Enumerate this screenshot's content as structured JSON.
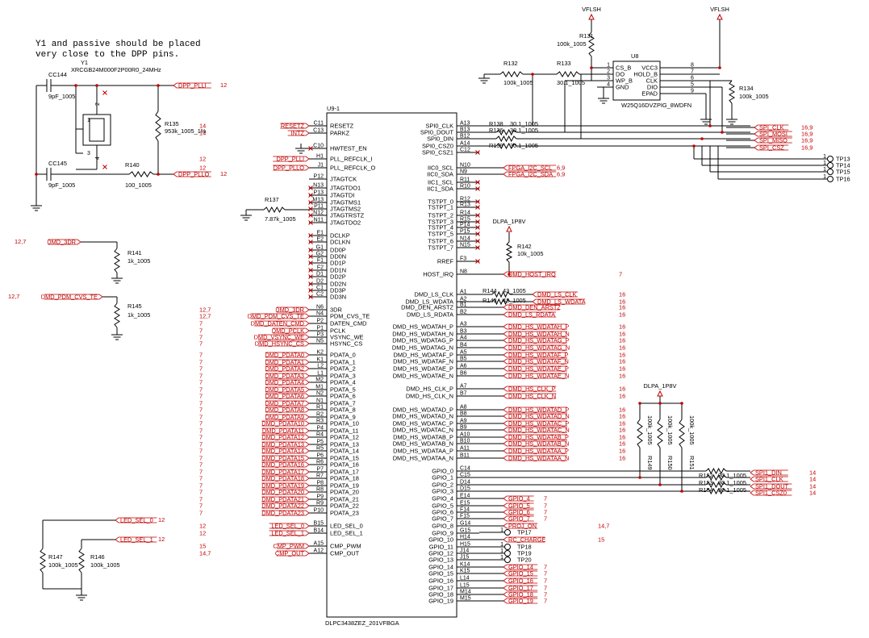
{
  "note": {
    "line1": "Y1 and passive should be placed",
    "line2": "very close to the DPP pins."
  },
  "power": {
    "vflsh": "VFLSH",
    "dlpa": "DLPA_1P8V"
  },
  "chip": {
    "ref": "U9-1",
    "part": "DLPC3438ZEZ_201VFBGA",
    "left_pins": [
      {
        "n": "C11",
        "l": "RESETZ"
      },
      {
        "n": "C13",
        "l": "PARKZ"
      },
      {
        "n": "C10",
        "l": "HWTEST_EN"
      },
      {
        "n": "H1",
        "l": "PLL_REFCLK_I"
      },
      {
        "n": "J1",
        "l": "PLL_REFCLK_O"
      },
      {
        "n": "P12",
        "l": "JTAGTCK"
      },
      {
        "n": "N13",
        "l": "JTAGTDO1"
      },
      {
        "n": "P13",
        "l": "JTAGTDI"
      },
      {
        "n": "M13",
        "l": "JTAGTMS1"
      },
      {
        "n": "P11",
        "l": "JTAGTMS2"
      },
      {
        "n": "N12",
        "l": "JTAGTRSTZ"
      },
      {
        "n": "N11",
        "l": "JTAGTDO2"
      },
      {
        "n": "E1",
        "l": "DCLKP"
      },
      {
        "n": "E2",
        "l": "DCLKN"
      },
      {
        "n": "G1",
        "l": "DD0P"
      },
      {
        "n": "G2",
        "l": "DD0N"
      },
      {
        "n": "F1",
        "l": "DD1P"
      },
      {
        "n": "F2",
        "l": "DD1N"
      },
      {
        "n": "D1",
        "l": "DD2P"
      },
      {
        "n": "D2",
        "l": "DD2N"
      },
      {
        "n": "C1",
        "l": "DD3P"
      },
      {
        "n": "C2",
        "l": "DD3N"
      },
      {
        "n": "N6",
        "l": "3DR"
      },
      {
        "n": "N4",
        "l": "PDM_CVS_TE"
      },
      {
        "n": "P2",
        "l": "DATEN_CMD"
      },
      {
        "n": "P1",
        "l": "PCLK"
      },
      {
        "n": "P3",
        "l": "VSYNC_WE"
      },
      {
        "n": "N5",
        "l": "HSYNC_CS"
      },
      {
        "n": "K2",
        "l": "PDATA_0"
      },
      {
        "n": "K1",
        "l": "PDATA_1"
      },
      {
        "n": "L2",
        "l": "PDATA_2"
      },
      {
        "n": "L1",
        "l": "PDATA_3"
      },
      {
        "n": "M2",
        "l": "PDATA_4"
      },
      {
        "n": "M1",
        "l": "PDATA_5"
      },
      {
        "n": "N2",
        "l": "PDATA_6"
      },
      {
        "n": "N1",
        "l": "PDATA_7"
      },
      {
        "n": "R1",
        "l": "PDATA_8"
      },
      {
        "n": "R2",
        "l": "PDATA_9"
      },
      {
        "n": "R3",
        "l": "PDATA_10"
      },
      {
        "n": "P4",
        "l": "PDATA_11"
      },
      {
        "n": "R4",
        "l": "PDATA_12"
      },
      {
        "n": "P5",
        "l": "PDATA_13"
      },
      {
        "n": "R5",
        "l": "PDATA_14"
      },
      {
        "n": "P6",
        "l": "PDATA_15"
      },
      {
        "n": "R6",
        "l": "PDATA_16"
      },
      {
        "n": "P7",
        "l": "PDATA_17"
      },
      {
        "n": "R7",
        "l": "PDATA_18"
      },
      {
        "n": "P8",
        "l": "PDATA_19"
      },
      {
        "n": "R8",
        "l": "PDATA_20"
      },
      {
        "n": "P9",
        "l": "PDATA_21"
      },
      {
        "n": "R9",
        "l": "PDATA_22"
      },
      {
        "n": "P10",
        "l": "PDATA_23"
      },
      {
        "n": "B15",
        "l": "LED_SEL_0"
      },
      {
        "n": "B14",
        "l": "LED_SEL_1"
      },
      {
        "n": "A15",
        "l": "CMP_PWM"
      },
      {
        "n": "A12",
        "l": "CMP_OUT"
      }
    ],
    "right_pins": [
      {
        "n": "A13",
        "l": "SPI0_CLK"
      },
      {
        "n": "B13",
        "l": "SPI0_DOUT"
      },
      {
        "n": "B12",
        "l": "SPI0_DIN"
      },
      {
        "n": "A14",
        "l": "SPI0_CSZ0"
      },
      {
        "n": "C12",
        "l": "SPI0_CSZ1"
      },
      {
        "n": "N10",
        "l": "IIC0_SCL"
      },
      {
        "n": "N9",
        "l": "IIC0_SDA"
      },
      {
        "n": "R11",
        "l": "IIC1_SCL"
      },
      {
        "n": "R10",
        "l": "IIC1_SDA"
      },
      {
        "n": "R12",
        "l": "TSTPT_0"
      },
      {
        "n": "R13",
        "l": "TSTPT_1"
      },
      {
        "n": "R14",
        "l": "TSTPT_2"
      },
      {
        "n": "R15",
        "l": "TSTPT_3"
      },
      {
        "n": "P14",
        "l": "TSTPT_4"
      },
      {
        "n": "P15",
        "l": "TSTPT_5"
      },
      {
        "n": "N14",
        "l": "TSTPT_6"
      },
      {
        "n": "N15",
        "l": "TSTPT_7"
      },
      {
        "n": "F3",
        "l": "RREF"
      },
      {
        "n": "N8",
        "l": "HOST_IRQ"
      },
      {
        "n": "A1",
        "l": "DMD_LS_CLK"
      },
      {
        "n": "A2",
        "l": "DMD_LS_WDATA"
      },
      {
        "n": "B1",
        "l": "DMD_DEN_ARSTZ"
      },
      {
        "n": "B2",
        "l": "DMD_LS_RDATA"
      },
      {
        "n": "A3",
        "l": "DMD_HS_WDATAH_P"
      },
      {
        "n": "B3",
        "l": "DMD_HS_WDATAH_N"
      },
      {
        "n": "A4",
        "l": "DMD_HS_WDATAG_P"
      },
      {
        "n": "B4",
        "l": "DMD_HS_WDATAG_N"
      },
      {
        "n": "A5",
        "l": "DMD_HS_WDATAF_P"
      },
      {
        "n": "B5",
        "l": "DMD_HS_WDATAF_N"
      },
      {
        "n": "A6",
        "l": "DMD_HS_WDATAE_P"
      },
      {
        "n": "B6",
        "l": "DMD_HS_WDATAE_N"
      },
      {
        "n": "A7",
        "l": "DMD_HS_CLK_P"
      },
      {
        "n": "B7",
        "l": "DMD_HS_CLK_N"
      },
      {
        "n": "A8",
        "l": "DMD_HS_WDATAD_P"
      },
      {
        "n": "B8",
        "l": "DMD_HS_WDATAD_N"
      },
      {
        "n": "A9",
        "l": "DMD_HS_WDATAC_P"
      },
      {
        "n": "B9",
        "l": "DMD_HS_WDATAC_N"
      },
      {
        "n": "A10",
        "l": "DMD_HS_WDATAB_P"
      },
      {
        "n": "B10",
        "l": "DMD_HS_WDATAB_N"
      },
      {
        "n": "A11",
        "l": "DMD_HS_WDATAA_P"
      },
      {
        "n": "B11",
        "l": "DMD_HS_WDATAA_N"
      },
      {
        "n": "C14",
        "l": "GPIO_0"
      },
      {
        "n": "C15",
        "l": "GPIO_1"
      },
      {
        "n": "D14",
        "l": "GPIO_2"
      },
      {
        "n": "D15",
        "l": "GPIO_3"
      },
      {
        "n": "E14",
        "l": "GPIO_4"
      },
      {
        "n": "E15",
        "l": "GPIO_5"
      },
      {
        "n": "F14",
        "l": "GPIO_6"
      },
      {
        "n": "F15",
        "l": "GPIO_7"
      },
      {
        "n": "G14",
        "l": "GPIO_8"
      },
      {
        "n": "G15",
        "l": "GPIO_9"
      },
      {
        "n": "H14",
        "l": "GPIO_10"
      },
      {
        "n": "H15",
        "l": "GPIO_11"
      },
      {
        "n": "J14",
        "l": "GPIO_12"
      },
      {
        "n": "J15",
        "l": "GPIO_13"
      },
      {
        "n": "K14",
        "l": "GPIO_14"
      },
      {
        "n": "K15",
        "l": "GPIO_15"
      },
      {
        "n": "L14",
        "l": "GPIO_16"
      },
      {
        "n": "L15",
        "l": "GPIO_17"
      },
      {
        "n": "M14",
        "l": "GPIO_18"
      },
      {
        "n": "M15",
        "l": "GPIO_19"
      }
    ]
  },
  "left_nets": [
    {
      "name": "RESETZ",
      "idx": "14",
      "pin": "C11"
    },
    {
      "name": "INTZ",
      "idx": "14",
      "pin": "C13"
    },
    {
      "name": "DPP_PLLI",
      "idx": "12",
      "pin": "H1"
    },
    {
      "name": "DPP_PLLO",
      "idx": "12",
      "pin": "J1"
    },
    {
      "name": "DMD_3DR",
      "idx": "12,7",
      "pin": "N6"
    },
    {
      "name": "DMD_PDM_CVS_TE",
      "idx": "12,7",
      "pin": "N4"
    },
    {
      "name": "DMD_DATEN_CMD",
      "idx": "7",
      "pin": "P2"
    },
    {
      "name": "DMD_PCLK",
      "idx": "7",
      "pin": "P1"
    },
    {
      "name": "DMD_VSYNC_WE",
      "idx": "7",
      "pin": "P3"
    },
    {
      "name": "DMD_HSYNC_CS",
      "idx": "7",
      "pin": "N5"
    },
    {
      "name": "DMD_PDATA0",
      "idx": "7",
      "pin": "K2"
    },
    {
      "name": "DMD_PDATA1",
      "idx": "7",
      "pin": "K1"
    },
    {
      "name": "DMD_PDATA2",
      "idx": "7",
      "pin": "L2"
    },
    {
      "name": "DMD_PDATA3",
      "idx": "7",
      "pin": "L1"
    },
    {
      "name": "DMD_PDATA4",
      "idx": "7",
      "pin": "M2"
    },
    {
      "name": "DMD_PDATA5",
      "idx": "7",
      "pin": "M1"
    },
    {
      "name": "DMD_PDATA6",
      "idx": "7",
      "pin": "N2"
    },
    {
      "name": "DMD_PDATA7",
      "idx": "7",
      "pin": "N1"
    },
    {
      "name": "DMD_PDATA8",
      "idx": "7",
      "pin": "R1"
    },
    {
      "name": "DMD_PDATA9",
      "idx": "7",
      "pin": "R2"
    },
    {
      "name": "DMD_PDATA10",
      "idx": "7",
      "pin": "R3"
    },
    {
      "name": "DMD_PDATA11",
      "idx": "7",
      "pin": "P4"
    },
    {
      "name": "DMD_PDATA12",
      "idx": "7",
      "pin": "R4"
    },
    {
      "name": "DMD_PDATA13",
      "idx": "7",
      "pin": "P5"
    },
    {
      "name": "DMD_PDATA14",
      "idx": "7",
      "pin": "R5"
    },
    {
      "name": "DMD_PDATA15",
      "idx": "7",
      "pin": "P6"
    },
    {
      "name": "DMD_PDATA16",
      "idx": "7",
      "pin": "R6"
    },
    {
      "name": "DMD_PDATA17",
      "idx": "7",
      "pin": "P7"
    },
    {
      "name": "DMD_PDATA18",
      "idx": "7",
      "pin": "R7"
    },
    {
      "name": "DMD_PDATA19",
      "idx": "7",
      "pin": "P8"
    },
    {
      "name": "DMD_PDATA20",
      "idx": "7",
      "pin": "R8"
    },
    {
      "name": "DMD_PDATA21",
      "idx": "7",
      "pin": "P9"
    },
    {
      "name": "DMD_PDATA22",
      "idx": "7",
      "pin": "R9"
    },
    {
      "name": "DMD_PDATA23",
      "idx": "7",
      "pin": "P10"
    },
    {
      "name": "LED_SEL_0",
      "idx": "12",
      "pin": "B15"
    },
    {
      "name": "LED_SEL_1",
      "idx": "12",
      "pin": "B14"
    },
    {
      "name": "CMP_PWM",
      "idx": "15",
      "pin": "A15"
    },
    {
      "name": "CMP_OUT",
      "idx": "14,7",
      "pin": "A12"
    }
  ],
  "right_nets": [
    {
      "name": "FPGA_I2C_SCL",
      "idx": "6,9",
      "pin": "N10"
    },
    {
      "name": "FPGA_I2C_SDA",
      "idx": "6,9",
      "pin": "N9"
    },
    {
      "name": "DMD_HOST_IRQ",
      "idx": "7",
      "pin": "N8"
    },
    {
      "name": "DMD_LS_CLK",
      "idx": "16",
      "pin": "A1"
    },
    {
      "name": "DMD_LS_WDATA",
      "idx": "16",
      "pin": "A2"
    },
    {
      "name": "DMD_DEN_ARSTZ",
      "idx": "16",
      "pin": "B1"
    },
    {
      "name": "DMD_LS_RDATA",
      "idx": "16",
      "pin": "B2"
    },
    {
      "name": "DMD_HS_WDATAH_P",
      "idx": "16",
      "pin": "A3"
    },
    {
      "name": "DMD_HS_WDATAH_N",
      "idx": "16",
      "pin": "B3"
    },
    {
      "name": "DMD_HS_WDATAG_P",
      "idx": "16",
      "pin": "A4"
    },
    {
      "name": "DMD_HS_WDATAG_N",
      "idx": "16",
      "pin": "B4"
    },
    {
      "name": "DMD_HS_WDATAF_P",
      "idx": "16",
      "pin": "A5"
    },
    {
      "name": "DMD_HS_WDATAF_N",
      "idx": "16",
      "pin": "B5"
    },
    {
      "name": "DMD_HS_WDATAE_P",
      "idx": "16",
      "pin": "A6"
    },
    {
      "name": "DMD_HS_WDATAE_N",
      "idx": "16",
      "pin": "B6"
    },
    {
      "name": "DMD_HS_CLK_P",
      "idx": "16",
      "pin": "A7"
    },
    {
      "name": "DMD_HS_CLK_N",
      "idx": "16",
      "pin": "B7"
    },
    {
      "name": "DMD_HS_WDATAD_P",
      "idx": "16",
      "pin": "A8"
    },
    {
      "name": "DMD_HS_WDATAD_N",
      "idx": "16",
      "pin": "B8"
    },
    {
      "name": "DMD_HS_WDATAC_P",
      "idx": "16",
      "pin": "A9"
    },
    {
      "name": "DMD_HS_WDATAC_N",
      "idx": "16",
      "pin": "B9"
    },
    {
      "name": "DMD_HS_WDATAB_P",
      "idx": "16",
      "pin": "A10"
    },
    {
      "name": "DMD_HS_WDATAB_N",
      "idx": "16",
      "pin": "B10"
    },
    {
      "name": "DMD_HS_WDATAA_P",
      "idx": "16",
      "pin": "A11"
    },
    {
      "name": "DMD_HS_WDATAA_N",
      "idx": "16",
      "pin": "B11"
    },
    {
      "name": "GPIO_4",
      "idx": "7",
      "pin": "E14"
    },
    {
      "name": "GPIO_5",
      "idx": "7",
      "pin": "E15"
    },
    {
      "name": "GPIO_6",
      "idx": "7",
      "pin": "F14"
    },
    {
      "name": "GPIO_7",
      "idx": "7",
      "pin": "F15"
    },
    {
      "name": "PROJ_ON",
      "idx": "14,7",
      "pin": "G14"
    },
    {
      "name": "RC_CHARGE",
      "idx": "15",
      "pin": "H14"
    },
    {
      "name": "GPIO_14",
      "idx": "7",
      "pin": "K14"
    },
    {
      "name": "GPIO_15",
      "idx": "7",
      "pin": "K15"
    },
    {
      "name": "GPIO_16",
      "idx": "7",
      "pin": "L14"
    },
    {
      "name": "GPIO_17",
      "idx": "7",
      "pin": "L15"
    },
    {
      "name": "GPIO_18",
      "idx": "7",
      "pin": "M14"
    },
    {
      "name": "GPIO_19",
      "idx": "7",
      "pin": "M15"
    }
  ],
  "spi_nets": [
    {
      "name": "SPI_CLK",
      "idx": "16,9"
    },
    {
      "name": "SPI_MOSI",
      "idx": "16,9"
    },
    {
      "name": "SPI_MISO",
      "idx": "16,9"
    },
    {
      "name": "SPI_CSZ",
      "idx": "16,9"
    }
  ],
  "spi1_nets": [
    {
      "name": "SPI1_DIN",
      "idx": "14"
    },
    {
      "name": "SPI1_CLK",
      "idx": "14"
    },
    {
      "name": "SPI1_DOUT",
      "idx": "14"
    },
    {
      "name": "SPI1_CSZ0",
      "idx": "14"
    }
  ],
  "flash": {
    "ref": "U8",
    "part": "W25Q16DVZPIG_8WDFN",
    "left_pins": [
      {
        "n": "1",
        "l": "CS_B"
      },
      {
        "n": "2",
        "l": "DO"
      },
      {
        "n": "3",
        "l": "WP_B"
      },
      {
        "n": "4",
        "l": "GND"
      }
    ],
    "right_pins": [
      {
        "n": "8",
        "l": "VCC3"
      },
      {
        "n": "7",
        "l": "HOLD_B"
      },
      {
        "n": "6",
        "l": "CLK"
      },
      {
        "n": "5",
        "l": "DIO"
      },
      {
        "n": "9",
        "l": "EPAD"
      }
    ]
  },
  "testpoints": [
    {
      "ref": "TP13",
      "pin": "1"
    },
    {
      "ref": "TP14",
      "pin": "1"
    },
    {
      "ref": "TP15",
      "pin": "1"
    },
    {
      "ref": "TP16",
      "pin": "1"
    },
    {
      "ref": "TP17",
      "pin": "1"
    },
    {
      "ref": "TP18",
      "pin": "1"
    },
    {
      "ref": "TP19",
      "pin": "1"
    },
    {
      "ref": "TP20",
      "pin": "1"
    }
  ],
  "components": {
    "y1": {
      "ref": "Y1",
      "part": "XRCGB24M000F2P00R0_24MHz"
    },
    "cc144": {
      "ref": "CC144",
      "val": "9pF_1005"
    },
    "cc145": {
      "ref": "CC145",
      "val": "9pF_1005"
    },
    "r135": {
      "ref": "R135",
      "val": "953k_1005_1%"
    },
    "r140": {
      "ref": "R140",
      "val": "100_1005"
    },
    "r137": {
      "ref": "R137",
      "val": "7.87k_1005"
    },
    "r141": {
      "ref": "R141",
      "val": "1k_1005"
    },
    "r145": {
      "ref": "R145",
      "val": "1k_1005"
    },
    "r147": {
      "ref": "R147",
      "val": "100k_1005"
    },
    "r146": {
      "ref": "R146",
      "val": "100k_1005"
    },
    "r131": {
      "ref": "R131",
      "val": "100k_1005"
    },
    "r132": {
      "ref": "R132",
      "val": "100k_1005"
    },
    "r133": {
      "ref": "R133",
      "val": "30.1_1005"
    },
    "r134": {
      "ref": "R134",
      "val": "100k_1005"
    },
    "r138": {
      "ref": "R138",
      "val": "30.1_1005"
    },
    "r136": {
      "ref": "R136",
      "val": "30.1_1005"
    },
    "r139": {
      "ref": "R139",
      "val": "30.1_1005"
    },
    "r142": {
      "ref": "R142",
      "val": "10k_1005"
    },
    "r144": {
      "ref": "R144",
      "val": "43_1005"
    },
    "r143": {
      "ref": "R143",
      "val": "43_1005"
    },
    "r149": {
      "ref": "R149",
      "val": "100k_1005"
    },
    "r150": {
      "ref": "R150",
      "val": "100k_1005"
    },
    "r151": {
      "ref": "R151",
      "val": "100k_1005"
    },
    "r152": {
      "ref": "R152",
      "val": "30.1_1005"
    },
    "r153": {
      "ref": "R153",
      "val": "30.1_1005"
    },
    "r154": {
      "ref": "R154",
      "val": "30.1_1005"
    }
  },
  "left_misc": [
    {
      "name": "DMD_3DR",
      "idx": "12,7"
    },
    {
      "name": "DMD_PDM_CVS_TE",
      "idx": "12,7"
    },
    {
      "name": "LED_SEL_0",
      "idx": "12"
    },
    {
      "name": "LED_SEL_1",
      "idx": "12"
    }
  ],
  "crystal_nets": [
    {
      "name": "DPP_PLLI",
      "idx": "12"
    },
    {
      "name": "DPP_PLLO",
      "idx": "12"
    }
  ],
  "colors": {
    "net": "#c00000",
    "wire": "#000000",
    "junction": "#c00000"
  }
}
